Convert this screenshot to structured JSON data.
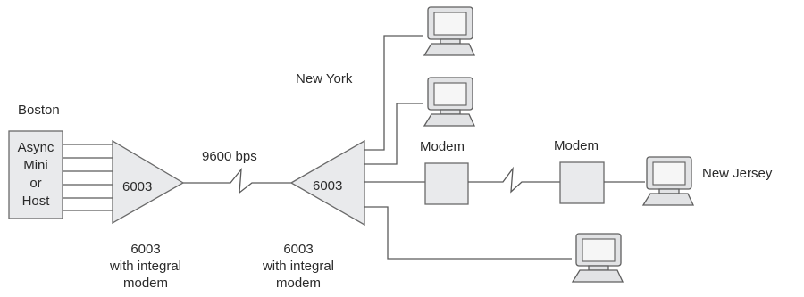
{
  "labels": {
    "boston": "Boston",
    "host_line1": "Async",
    "host_line2": "Mini",
    "host_line3": "or",
    "host_line4": "Host",
    "mux_left": "6003",
    "mux_right": "6003",
    "link_speed": "9600 bps",
    "new_york": "New York",
    "modem_left": "Modem",
    "modem_right": "Modem",
    "new_jersey": "New Jersey",
    "caption_left_1": "6003",
    "caption_left_2": "with integral",
    "caption_left_3": "modem",
    "caption_right_1": "6003",
    "caption_right_2": "with integral",
    "caption_right_3": "modem"
  },
  "icons": {
    "terminal": "terminal-icon"
  },
  "colors": {
    "line": "#5a5a5a",
    "fill": "#e9eaec",
    "text": "#2a2a2a"
  }
}
